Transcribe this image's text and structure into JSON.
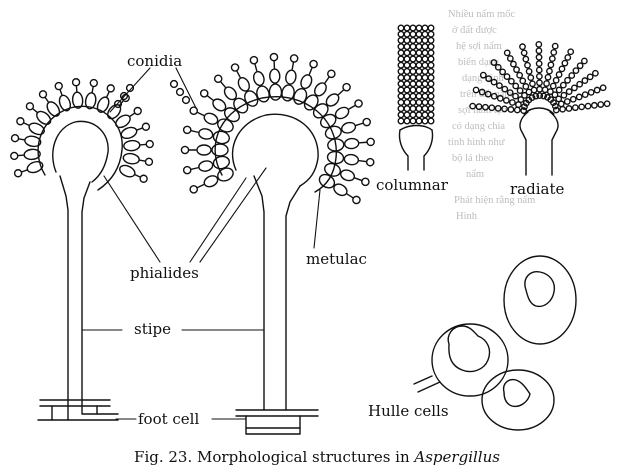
{
  "labels": {
    "conidia": "conidia",
    "phialides": "phialides",
    "metulac": "metulac",
    "stipe": "stipe",
    "foot_cell": "foot cell",
    "columnar": "columnar",
    "radiate": "radiate",
    "hulle_cells": "Hulle cells"
  },
  "caption": {
    "prefix": "Fig. 23. Morphological structures in",
    "genus": "Aspergillus"
  },
  "bleed_through": {
    "lines": [
      "Nhiều nấm mốc",
      "ở đất được",
      "hệ sợi nấm",
      "biến dạng",
      "dạng hình",
      "trên đất nằm",
      "sợi nấm tạo",
      "có dạng chia",
      "tính hình như",
      "bộ lá theo",
      "nấm",
      "Phát hiện rằng nấm",
      "Hình"
    ]
  }
}
